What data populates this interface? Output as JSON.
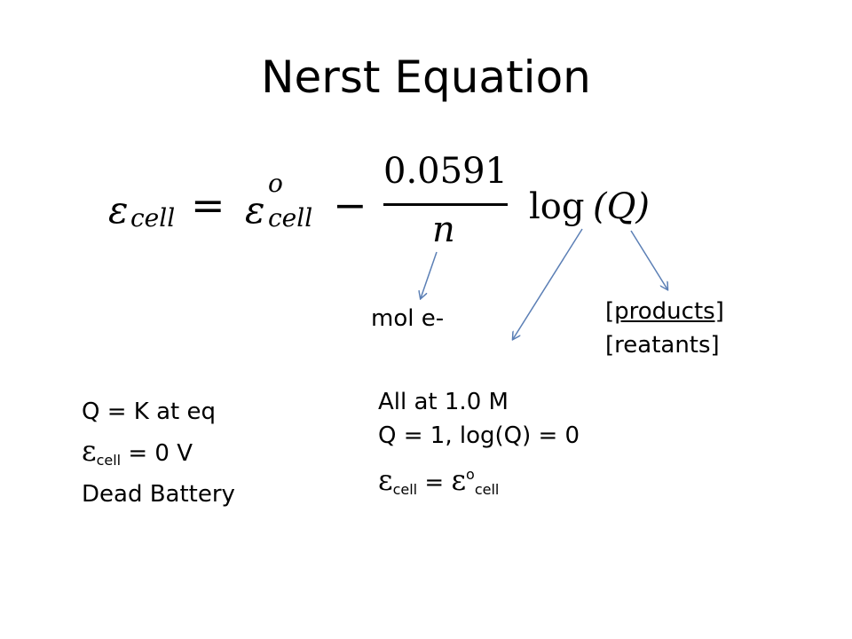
{
  "title": "Nerst Equation",
  "equation": {
    "epsilon": "ε",
    "lhs_sub": "cell",
    "equals": "=",
    "rhs_sup": "o",
    "rhs_sub": "cell",
    "minus": "−",
    "numerator": "0.0591",
    "denominator": "n",
    "log": "log",
    "arg": "(Q)"
  },
  "annotations": {
    "n_label": "mol e-",
    "q_numerator": "[products]",
    "q_denominator": "[reatants]"
  },
  "left_block": {
    "line1": "Q = K at eq",
    "eps_sub": "cell",
    "eps_rest": " = 0 V",
    "line3": "Dead Battery"
  },
  "right_block": {
    "line1": "All at 1.0 M",
    "line2": "Q = 1, log(Q) = 0",
    "eps_sub": "cell",
    "equals": " = ",
    "eps_sup": "o",
    "eps_sub2": "cell"
  },
  "colors": {
    "arrow": "#5b7fb5",
    "text": "#000000",
    "background": "#ffffff"
  }
}
